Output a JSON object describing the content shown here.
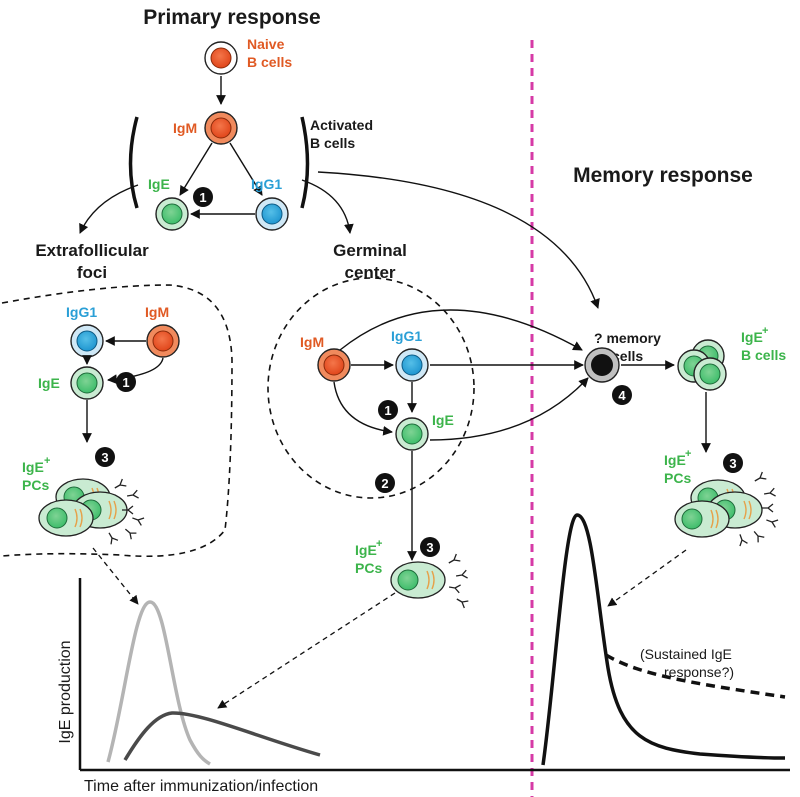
{
  "titles": {
    "primary": "Primary response",
    "memory": "Memory response"
  },
  "labels": {
    "naive_line1": "Naive",
    "naive_line2": "B cells",
    "igm": "IgM",
    "ige": "IgE",
    "igg1": "IgG1",
    "activated_line1": "Activated",
    "activated_line2": "B cells",
    "extrafollicular_line1": "Extrafollicular",
    "extrafollicular_line2": "foci",
    "germinal_line1": "Germinal",
    "germinal_line2": "center",
    "memory_q_line1": "? memory",
    "memory_q_line2": "B cells",
    "ige_plus": "IgE",
    "plus": "+",
    "bcells": "B cells",
    "pcs": "PCs",
    "sustained_line1": "(Sustained IgE",
    "sustained_line2": "response?)",
    "y_axis": "IgE production",
    "x_axis": "Time after immunization/infection"
  },
  "steps": {
    "one": "1",
    "two": "2",
    "three": "3",
    "four": "4"
  },
  "colors": {
    "orange": "#e8532b",
    "orange_light": "#f08a5d",
    "blue": "#2aa7dc",
    "blue_light": "#cfe8f6",
    "green": "#3ebd6b",
    "green_light": "#c9ebd2",
    "green_text": "#3cb44b",
    "igg1_text": "#2a9fd6",
    "igm_text": "#e05a24",
    "magenta": "#d63aa6",
    "grey_curve": "#b4b4b4",
    "dark_curve": "#4a4a4a"
  }
}
